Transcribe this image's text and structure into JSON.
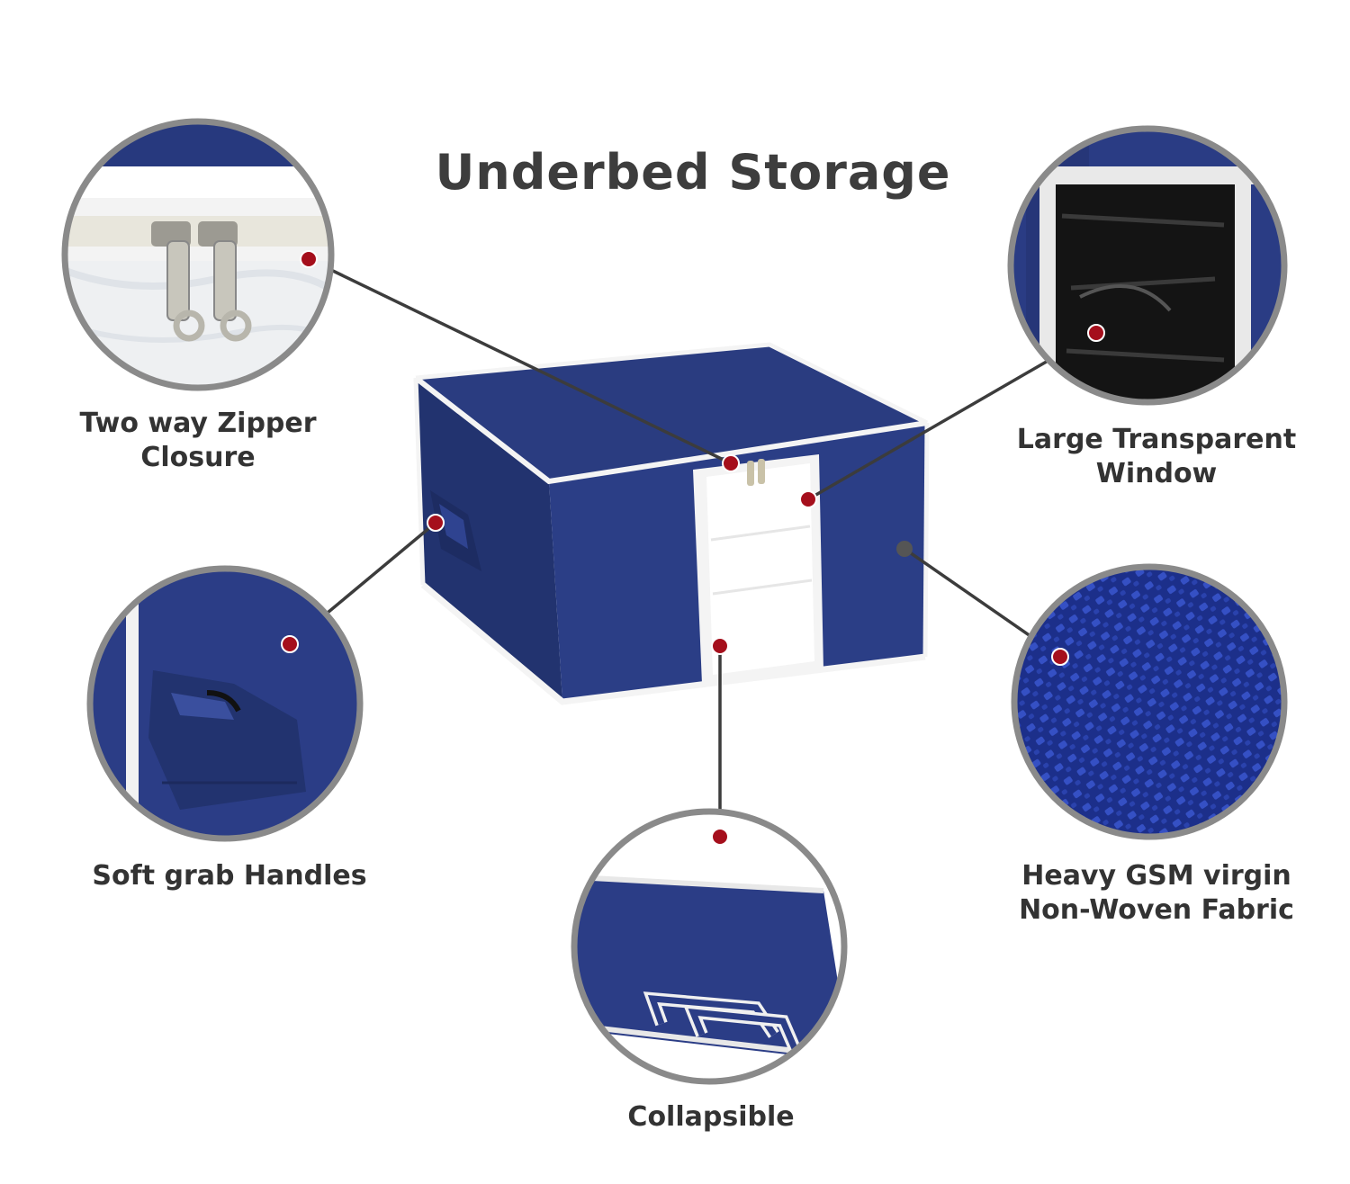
{
  "title": "Underbed Storage",
  "features": {
    "zipper": {
      "line1": "Two way Zipper",
      "line2": "Closure"
    },
    "window": {
      "line1": "Large Transparent",
      "line2": "Window"
    },
    "handles": {
      "line1": "Soft grab Handles"
    },
    "fabric": {
      "line1": "Heavy GSM virgin",
      "line2": "Non-Woven Fabric"
    },
    "collapsible": {
      "line1": "Collapsible"
    }
  },
  "colors": {
    "navy": "#27397e",
    "marker": "#a50f1c",
    "circle_border": "#8a8a8a",
    "text": "#333333"
  }
}
